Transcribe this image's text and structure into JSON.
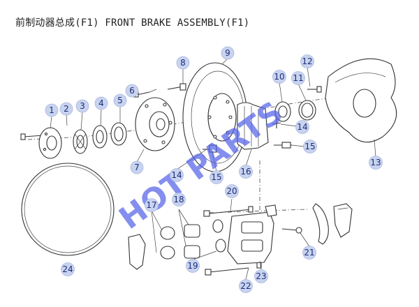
{
  "title": "前制动器总成(F1) FRONT BRAKE ASSEMBLY(F1)",
  "watermark": "HOT PARTS",
  "callouts": [
    {
      "id": "c1",
      "label": "1"
    },
    {
      "id": "c2",
      "label": "2"
    },
    {
      "id": "c3",
      "label": "3"
    },
    {
      "id": "c4",
      "label": "4"
    },
    {
      "id": "c5",
      "label": "5"
    },
    {
      "id": "c6",
      "label": "6"
    },
    {
      "id": "c7",
      "label": "7"
    },
    {
      "id": "c8",
      "label": "8"
    },
    {
      "id": "c9",
      "label": "9"
    },
    {
      "id": "c10",
      "label": "10"
    },
    {
      "id": "c11",
      "label": "11"
    },
    {
      "id": "c12",
      "label": "12"
    },
    {
      "id": "c13",
      "label": "13"
    },
    {
      "id": "c14a",
      "label": "14"
    },
    {
      "id": "c14b",
      "label": "14"
    },
    {
      "id": "c15a",
      "label": "15"
    },
    {
      "id": "c15b",
      "label": "15"
    },
    {
      "id": "c16",
      "label": "16"
    },
    {
      "id": "c17",
      "label": "17"
    },
    {
      "id": "c18",
      "label": "18"
    },
    {
      "id": "c19",
      "label": "19"
    },
    {
      "id": "c20",
      "label": "20"
    },
    {
      "id": "c21",
      "label": "21"
    },
    {
      "id": "c22",
      "label": "22"
    },
    {
      "id": "c23",
      "label": "23"
    },
    {
      "id": "c24",
      "label": "24"
    }
  ]
}
